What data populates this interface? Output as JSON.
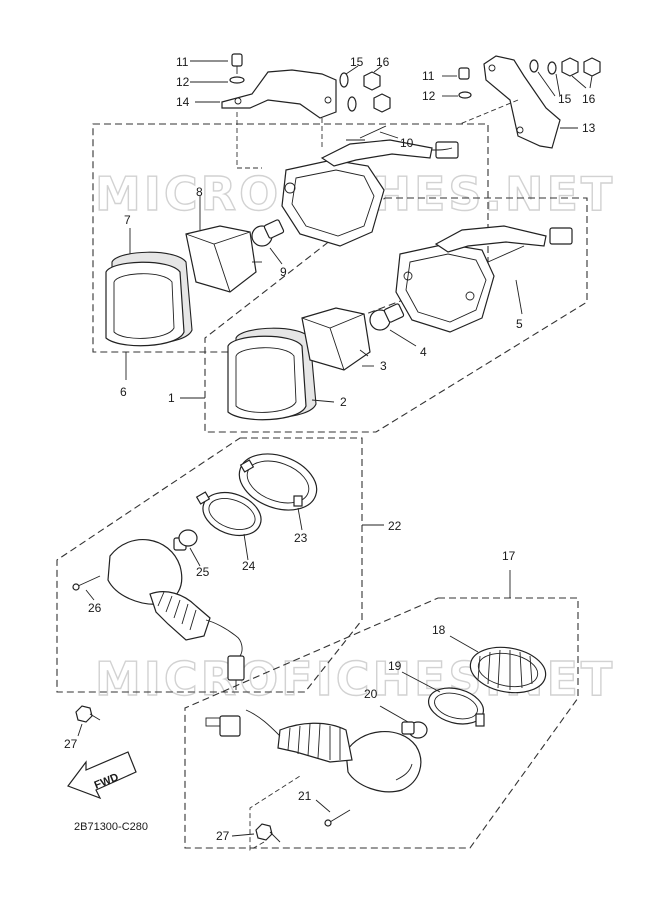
{
  "watermark": "MICROFICHES.NET",
  "drawing_code": "2B71300-C280",
  "direction_label": "FWD",
  "callouts": {
    "c1": "1",
    "c2": "2",
    "c3": "3",
    "c4": "4",
    "c5": "5",
    "c6": "6",
    "c7": "7",
    "c8": "8",
    "c9": "9",
    "c10": "10",
    "c11a": "11",
    "c11b": "11",
    "c12a": "12",
    "c12b": "12",
    "c13": "13",
    "c14": "14",
    "c15a": "15",
    "c15b": "15",
    "c16a": "16",
    "c16b": "16",
    "c17": "17",
    "c18": "18",
    "c19": "19",
    "c20": "20",
    "c21": "21",
    "c22": "22",
    "c23": "23",
    "c24": "24",
    "c25": "25",
    "c26": "26",
    "c27a": "27",
    "c27b": "27"
  }
}
